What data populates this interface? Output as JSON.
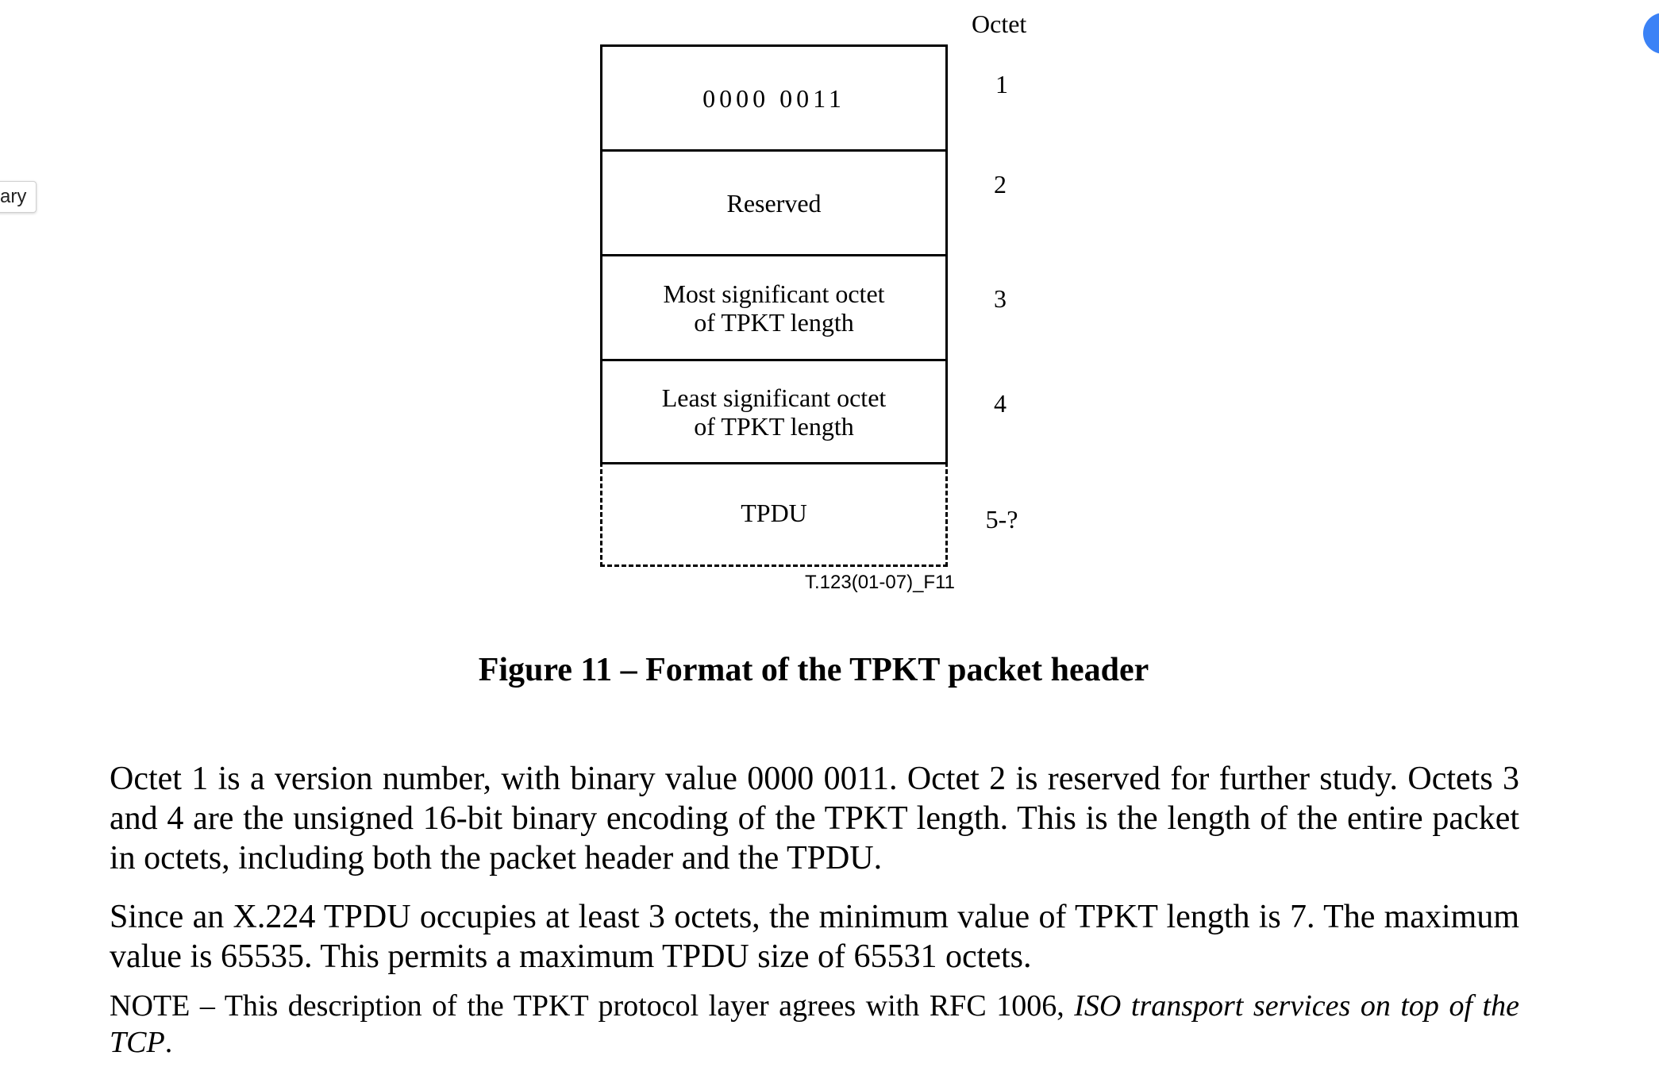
{
  "edge_tab_label": "ary",
  "figure": {
    "octet_header": "Octet",
    "fields": [
      {
        "label": "0000 0011",
        "octet": "1"
      },
      {
        "label": "Reserved",
        "octet": "2"
      },
      {
        "label_line1": "Most significant octet",
        "label_line2": "of TPKT length",
        "octet": "3"
      },
      {
        "label_line1": "Least significant octet",
        "label_line2": "of TPKT length",
        "octet": "4"
      },
      {
        "label": "TPDU",
        "octet": "5-?"
      }
    ],
    "figure_id": "T.123(01-07)_F11",
    "caption": "Figure 11 – Format of the TPKT packet header"
  },
  "body": {
    "paragraph1": "Octet 1 is a version number, with binary value 0000 0011. Octet 2 is reserved for further study. Octets 3 and 4 are the unsigned 16-bit binary encoding of the TPKT length. This is the length of the entire packet in octets, including both the packet header and the TPDU.",
    "paragraph2": "Since an X.224 TPDU occupies at least 3 octets, the minimum value of TPKT length is 7. The maximum value is 65535. This permits a maximum TPDU size of 65531 octets.",
    "note_prefix": "NOTE – This description of the TPKT protocol layer agrees with RFC 1006, ",
    "note_italic": "ISO transport services on top of the TCP",
    "note_suffix": "."
  }
}
